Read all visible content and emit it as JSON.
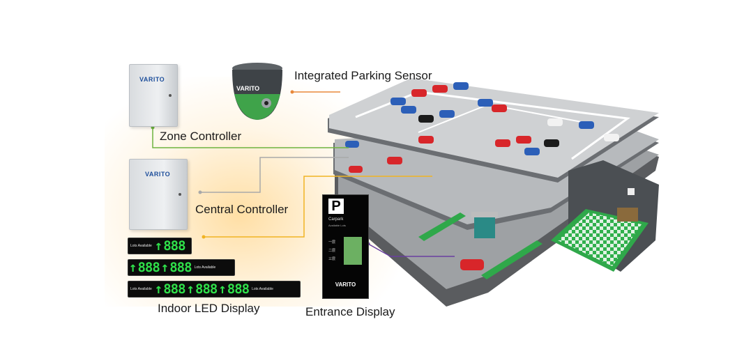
{
  "labels": {
    "sensor": "Integrated Parking Sensor",
    "zone": "Zone Controller",
    "central": "Central Controller",
    "indoor_led": "Indoor LED Display",
    "entrance": "Entrance Display"
  },
  "brand": "VARITO",
  "led": {
    "lots_available": "Lots Available",
    "digits": "888",
    "arrow": "↑"
  },
  "entrance_display": {
    "logo": "P",
    "name": "Carpark",
    "sub": "Available Lots",
    "levels": [
      "一层",
      "二层",
      "三层"
    ]
  },
  "colors": {
    "orange": "#e8883a",
    "green": "#6db33f",
    "yellow": "#f0b323",
    "purple": "#6a3fa0",
    "gray": "#a9a9a9"
  }
}
